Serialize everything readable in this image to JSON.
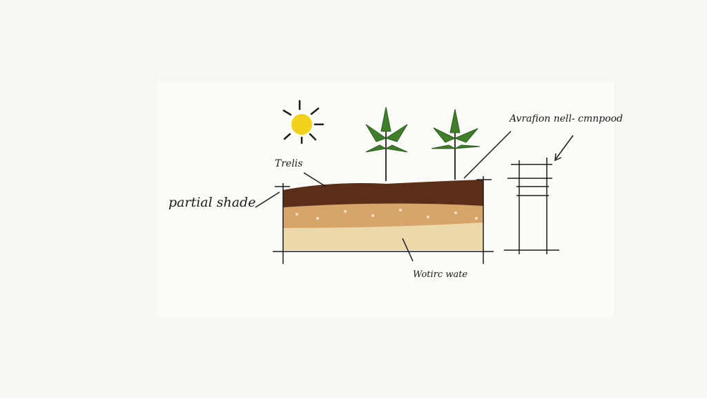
{
  "labels": {
    "partial_shade": "partial shade",
    "trellis": "Trelis",
    "aeration": "Avrafion nell- cmnpood",
    "water": "Wotirc wate"
  },
  "colors": {
    "sun": "#f2d21a",
    "topsoil": "#5a2e18",
    "gravel": "#c98a4a",
    "sand": "#ecd9ab",
    "leaf": "#3f7f2a"
  }
}
